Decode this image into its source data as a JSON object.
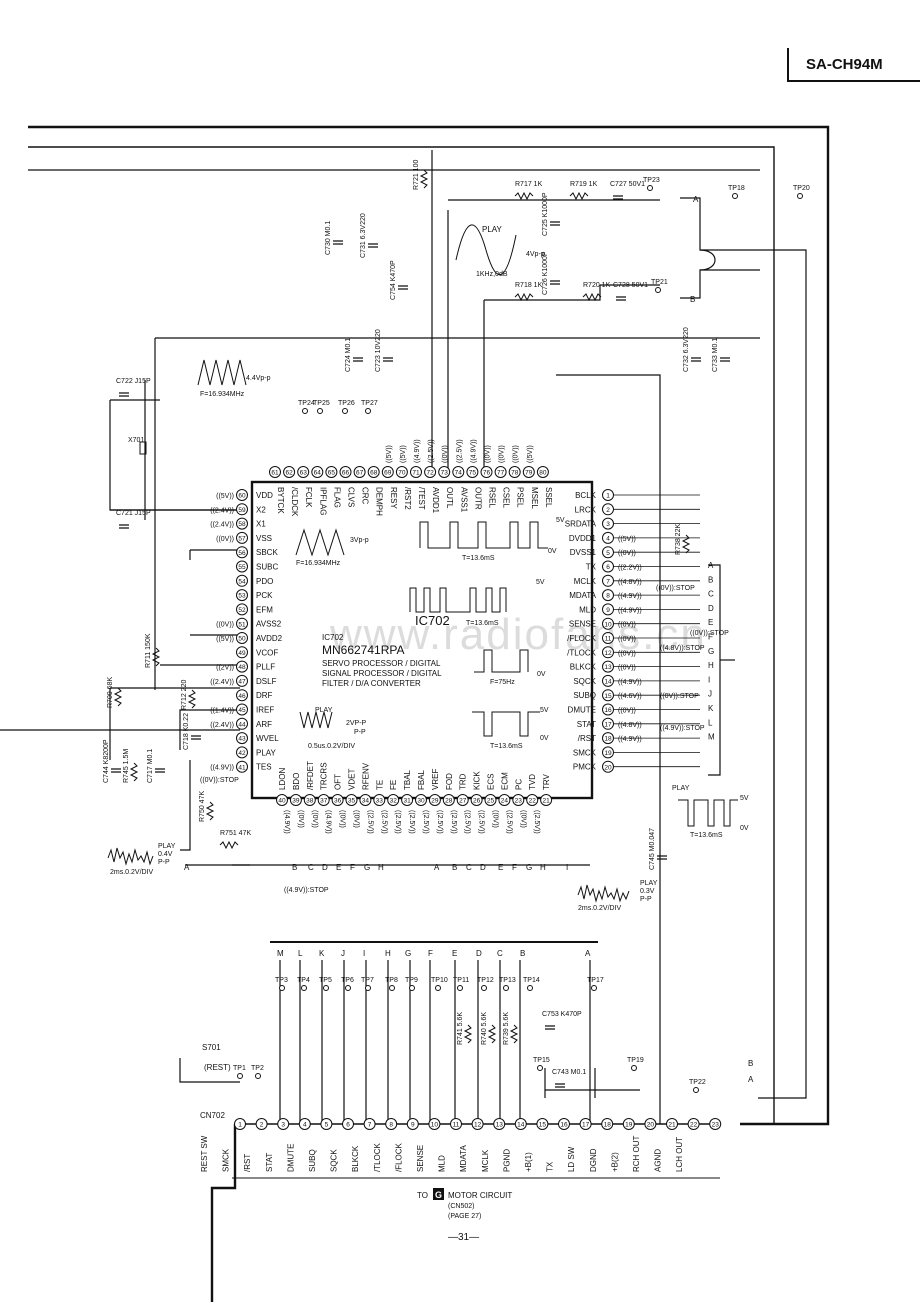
{
  "header": {
    "model": "SA-CH94M"
  },
  "footer": {
    "page": "—31—"
  },
  "watermark": "www.radiofans.cn",
  "ic": {
    "ref": "IC702",
    "part": "MN662741RPA",
    "description_line1": "SERVO PROCESSOR / DIGITAL",
    "description_line2": "SIGNAL PROCESSOR / DIGITAL",
    "description_line3": "FILTER / D/A CONVERTER",
    "pins_right": [
      {
        "n": "1",
        "name": "BCLK",
        "v": ""
      },
      {
        "n": "2",
        "name": "LRCK",
        "v": ""
      },
      {
        "n": "3",
        "name": "SRDATA",
        "v": ""
      },
      {
        "n": "4",
        "name": "DVDD1",
        "v": "((5V))"
      },
      {
        "n": "5",
        "name": "DVSS1",
        "v": "((0V))"
      },
      {
        "n": "6",
        "name": "TX",
        "v": "((2.2V))"
      },
      {
        "n": "7",
        "name": "MCLK",
        "v": "((4.8V))"
      },
      {
        "n": "8",
        "name": "MDATA",
        "v": "((4.9V))"
      },
      {
        "n": "9",
        "name": "MLD",
        "v": "((4.9V))"
      },
      {
        "n": "10",
        "name": "SENSE",
        "v": "((0V))"
      },
      {
        "n": "11",
        "name": "/FLOCK",
        "v": "((0V))"
      },
      {
        "n": "12",
        "name": "/TLOCK",
        "v": "((0V))"
      },
      {
        "n": "13",
        "name": "BLKCK",
        "v": "((0V))"
      },
      {
        "n": "14",
        "name": "SQCK",
        "v": "((4.9V))"
      },
      {
        "n": "15",
        "name": "SUBQ",
        "v": "((4.6V))"
      },
      {
        "n": "16",
        "name": "DMUTE",
        "v": "((0V))"
      },
      {
        "n": "17",
        "name": "STAT",
        "v": "((4.8V))"
      },
      {
        "n": "18",
        "name": "/RST",
        "v": "((4.9V))"
      },
      {
        "n": "19",
        "name": "SMCK",
        "v": ""
      },
      {
        "n": "20",
        "name": "PMCK",
        "v": ""
      }
    ],
    "pins_left": [
      {
        "n": "60",
        "name": "VDD",
        "v": "((5V))"
      },
      {
        "n": "59",
        "name": "X2",
        "v": "((2.4V))"
      },
      {
        "n": "58",
        "name": "X1",
        "v": "((2.4V))"
      },
      {
        "n": "57",
        "name": "VSS",
        "v": "((0V))"
      },
      {
        "n": "56",
        "name": "SBCK",
        "v": ""
      },
      {
        "n": "55",
        "name": "SUBC",
        "v": ""
      },
      {
        "n": "54",
        "name": "PDO",
        "v": ""
      },
      {
        "n": "53",
        "name": "PCK",
        "v": ""
      },
      {
        "n": "52",
        "name": "EFM",
        "v": ""
      },
      {
        "n": "51",
        "name": "AVSS2",
        "v": "((0V))"
      },
      {
        "n": "50",
        "name": "AVDD2",
        "v": "((5V))"
      },
      {
        "n": "49",
        "name": "VCOF",
        "v": ""
      },
      {
        "n": "48",
        "name": "PLLF",
        "v": "((2V))"
      },
      {
        "n": "47",
        "name": "DSLF",
        "v": "((2.4V))"
      },
      {
        "n": "46",
        "name": "DRF",
        "v": ""
      },
      {
        "n": "45",
        "name": "IREF",
        "v": "((1.4V))"
      },
      {
        "n": "44",
        "name": "ARF",
        "v": "((2.4V))"
      },
      {
        "n": "43",
        "name": "WVEL",
        "v": ""
      },
      {
        "n": "42",
        "name": "PLAY",
        "v": ""
      },
      {
        "n": "41",
        "name": "TES",
        "v": "((4.9V))"
      }
    ],
    "pins_top": [
      {
        "n": "61",
        "name": "BYTCK",
        "v": ""
      },
      {
        "n": "62",
        "name": "/CLDCK",
        "v": ""
      },
      {
        "n": "63",
        "name": "FCLK",
        "v": ""
      },
      {
        "n": "64",
        "name": "IPFLAG",
        "v": ""
      },
      {
        "n": "65",
        "name": "FLAG",
        "v": ""
      },
      {
        "n": "66",
        "name": "CLVS",
        "v": ""
      },
      {
        "n": "67",
        "name": "CRC",
        "v": ""
      },
      {
        "n": "68",
        "name": "DEMPH",
        "v": ""
      },
      {
        "n": "69",
        "name": "RESY",
        "v": "((5V))"
      },
      {
        "n": "70",
        "name": "/RST2",
        "v": "((5V))"
      },
      {
        "n": "71",
        "name": "/TEST",
        "v": "((4.9V))"
      },
      {
        "n": "72",
        "name": "AVDD1",
        "v": "((2.5V))"
      },
      {
        "n": "73",
        "name": "OUTL",
        "v": "((0V))"
      },
      {
        "n": "74",
        "name": "AVSS1",
        "v": "((2.5V))"
      },
      {
        "n": "75",
        "name": "OUTR",
        "v": "((4.9V))"
      },
      {
        "n": "76",
        "name": "RSEL",
        "v": "((0V))"
      },
      {
        "n": "77",
        "name": "CSEL",
        "v": "((0V))"
      },
      {
        "n": "78",
        "name": "PSEL",
        "v": "((0V))"
      },
      {
        "n": "79",
        "name": "MSEL",
        "v": "((5V))"
      },
      {
        "n": "80",
        "name": "SSEL",
        "v": ""
      }
    ],
    "pins_bottom": [
      {
        "n": "40",
        "name": "LDON",
        "v": "((4.9V))"
      },
      {
        "n": "39",
        "name": "BDO",
        "v": "((0V))"
      },
      {
        "n": "38",
        "name": "/RFDET",
        "v": "((0V))"
      },
      {
        "n": "37",
        "name": "TRCRS",
        "v": "((4.9V))"
      },
      {
        "n": "36",
        "name": "OFT",
        "v": "((0V))"
      },
      {
        "n": "35",
        "name": "VDET",
        "v": "((0V))"
      },
      {
        "n": "34",
        "name": "RFENV",
        "v": "((2.5V))"
      },
      {
        "n": "33",
        "name": "TE",
        "v": "((2.5V))"
      },
      {
        "n": "32",
        "name": "FE",
        "v": "((2.5V))"
      },
      {
        "n": "31",
        "name": "TBAL",
        "v": "((2.5V))"
      },
      {
        "n": "30",
        "name": "FBAL",
        "v": "((2.5V))"
      },
      {
        "n": "29",
        "name": "VREF",
        "v": "((2.5V))"
      },
      {
        "n": "28",
        "name": "FOD",
        "v": "((2.5V))"
      },
      {
        "n": "27",
        "name": "TRD",
        "v": "((2.5V))"
      },
      {
        "n": "26",
        "name": "KICK",
        "v": "((2.5V))"
      },
      {
        "n": "25",
        "name": "ECS",
        "v": "((0V))"
      },
      {
        "n": "24",
        "name": "ECM",
        "v": "((2.5V))"
      },
      {
        "n": "23",
        "name": "PC",
        "v": "((0V))"
      },
      {
        "n": "22",
        "name": "TVD",
        "v": "((2.5V))"
      },
      {
        "n": "21",
        "name": "TRV",
        "v": ""
      }
    ]
  },
  "stop_labels": [
    "((0V)):STOP",
    "((4.9V)):STOP",
    "((0V)):STOP",
    "((0V)):STOP",
    "((4.8V)):STOP",
    "((0V)):STOP",
    "((4.9V)):STOP"
  ],
  "components": {
    "r721": "R721 100",
    "r717": "R717 1K",
    "r719": "R719 1K",
    "c727": "C727 50V1",
    "r718": "R718 1K",
    "r720": "R720 1K",
    "c728": "C728 50V1",
    "c725": "C725 K1000P",
    "c726": "C726 K1000P",
    "c730": "C730 M0.1",
    "c731": "C731 6.3V220",
    "c754": "C754 K470P",
    "c724": "C724 M0.1",
    "c723": "C723 10V220",
    "c732": "C732 6.3V220",
    "c733": "C733 M0.1",
    "c722": "C722 J15P",
    "c721": "C721 J15P",
    "x701": "X701",
    "r711": "R711 150K",
    "r712": "R712 220",
    "r709": "R709 68K",
    "c718": "C718 K0.22",
    "c744": "C744 K8200P",
    "r745": "R745 1.5M",
    "c717": "C717 M0.1",
    "r750": "R750 47K",
    "r751": "R751 47K",
    "r738": "R738 22K",
    "c745": "C745 M0.047",
    "r741": "R741 5.6K",
    "r740": "R740 5.6K",
    "r739": "R739 5.6K",
    "c753": "C753 K470P",
    "c743": "C743 M0.1",
    "s701": "S701",
    "rest": "(REST)"
  },
  "testpoints": [
    "TP1",
    "TP2",
    "TP3",
    "TP4",
    "TP5",
    "TP6",
    "TP7",
    "TP8",
    "TP9",
    "TP10",
    "TP11",
    "TP12",
    "TP13",
    "TP14",
    "TP15",
    "TP17",
    "TP18",
    "TP19",
    "TP20",
    "TP21",
    "TP22",
    "TP23",
    "TP24",
    "TP25",
    "TP26",
    "TP27"
  ],
  "waveforms": {
    "play_top": "PLAY",
    "vpp_top": "4Vp-p",
    "freq_top": "1KHz,0dB",
    "xtal_amp": "4.4Vp-p",
    "xtal_freq": "F=16.934MHz",
    "x1_amp": "3Vp-p",
    "x1_freq": "F=16.934MHz",
    "mid_5v": "5V",
    "mid_0v": "0V",
    "mid_t": "T=13.6mS",
    "sq2_5v": "5V",
    "sq2_t": "T=13.6mS",
    "blk_0v": "0V",
    "blk_f": "F=75Hz",
    "sub_5v": "5V",
    "sub_0v": "0V",
    "sub_t": "T=13.6mS",
    "arf_play": "PLAY",
    "arf_amp": "2VP-P",
    "arf_pp": "P-P",
    "arf_div": "0.5us.0.2V/DIV",
    "noise_play": "PLAY",
    "noise_amp": "0.4V",
    "noise_pp": "P-P",
    "noise_div": "2ms.0.2V/DIV",
    "noise2_play": "PLAY",
    "noise2_amp": "0.3V",
    "noise2_pp": "P-P",
    "noise2_div": "2ms.0.2V/DIV",
    "right_play": "PLAY",
    "right_5v": "5V",
    "right_0v": "0V",
    "right_t": "T=13.6mS"
  },
  "connector": {
    "ref": "CN702",
    "pins": [
      {
        "n": "1",
        "name": "REST SW"
      },
      {
        "n": "2",
        "name": "SMCK"
      },
      {
        "n": "3",
        "name": "/RST"
      },
      {
        "n": "4",
        "name": "STAT"
      },
      {
        "n": "5",
        "name": "DMUTE"
      },
      {
        "n": "6",
        "name": "SUBQ"
      },
      {
        "n": "7",
        "name": "SQCK"
      },
      {
        "n": "8",
        "name": "BLKCK"
      },
      {
        "n": "9",
        "name": "/TLOCK"
      },
      {
        "n": "10",
        "name": "/FLOCK"
      },
      {
        "n": "11",
        "name": "SENSE"
      },
      {
        "n": "12",
        "name": "MLD"
      },
      {
        "n": "13",
        "name": "MDATA"
      },
      {
        "n": "14",
        "name": "MCLK"
      },
      {
        "n": "15",
        "name": "PGND"
      },
      {
        "n": "16",
        "name": "+B(1)"
      },
      {
        "n": "17",
        "name": "TX"
      },
      {
        "n": "18",
        "name": "LD SW"
      },
      {
        "n": "19",
        "name": "DGND"
      },
      {
        "n": "20",
        "name": "+B(2)"
      },
      {
        "n": "21",
        "name": "RCH OUT"
      },
      {
        "n": "22",
        "name": "AGND"
      },
      {
        "n": "23",
        "name": "LCH OUT"
      }
    ],
    "to_label": "TO",
    "g_badge": "G",
    "dest": "MOTOR CIRCUIT",
    "dest2": "(CN502)",
    "dest3": "(PAGE 27)"
  },
  "bus_letters_right": [
    "A",
    "B",
    "C",
    "D",
    "E",
    "F",
    "G",
    "H",
    "I",
    "J",
    "K",
    "L",
    "M"
  ],
  "bus_letters_bottom": [
    "M",
    "L",
    "K",
    "J",
    "I",
    "H",
    "G",
    "F",
    "E",
    "D",
    "C",
    "B",
    "A"
  ],
  "ab_outputs": [
    "A",
    "B"
  ]
}
